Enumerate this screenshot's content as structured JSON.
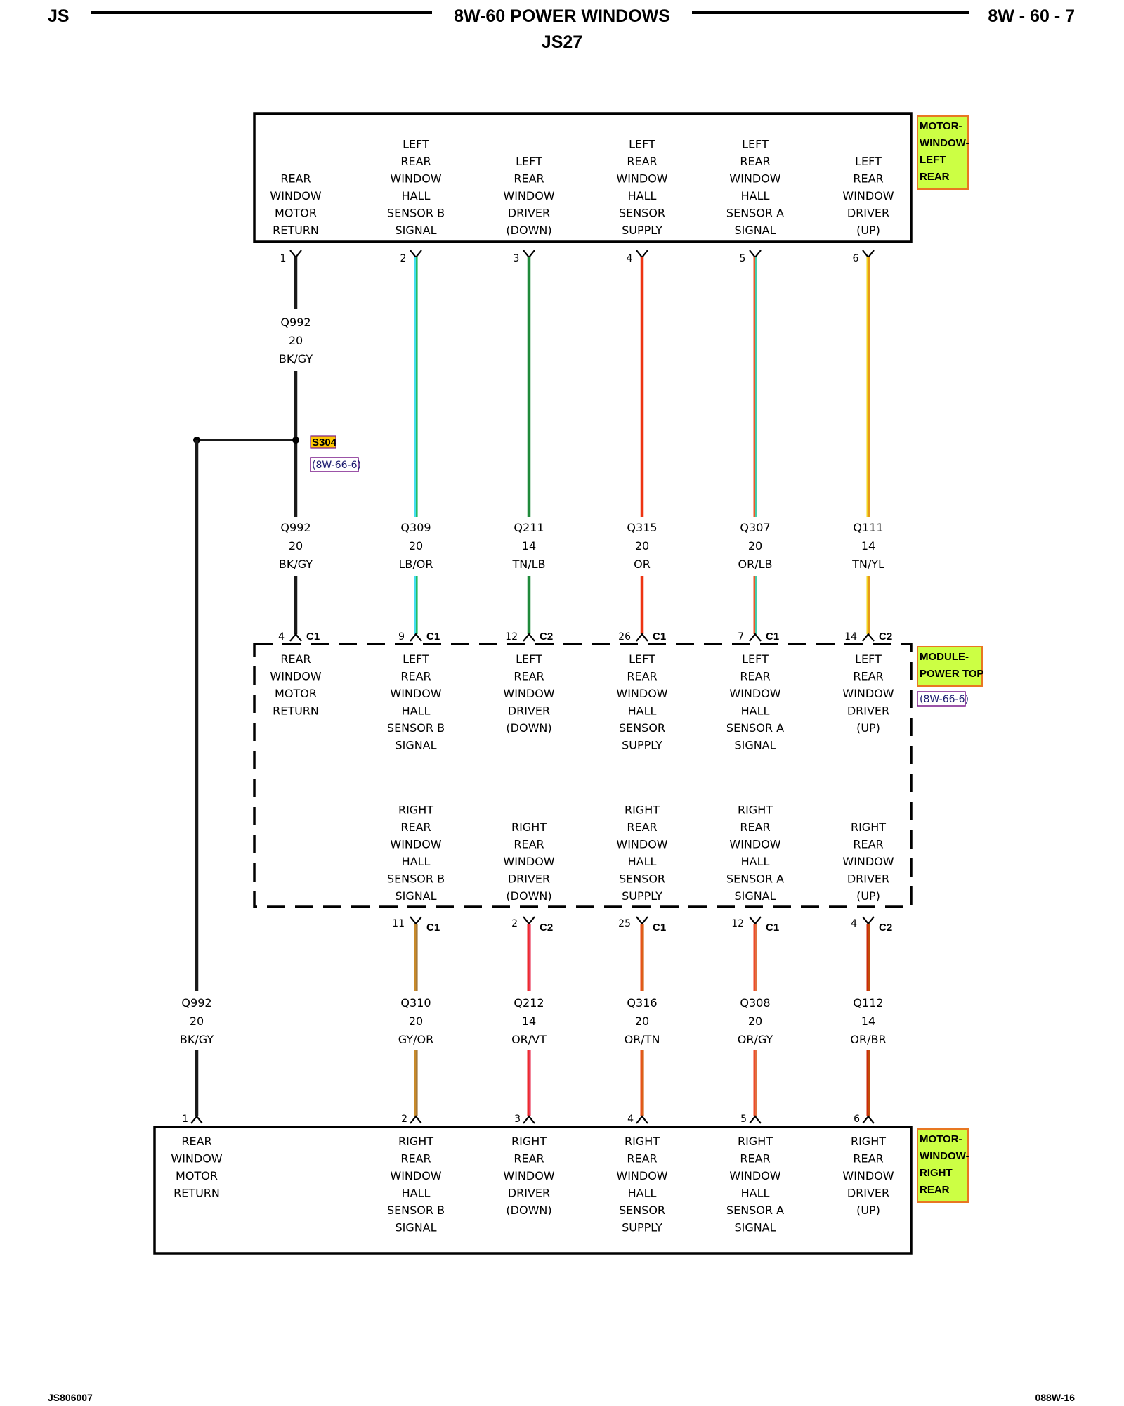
{
  "header": {
    "left": "JS",
    "title": "8W-60 POWER WINDOWS",
    "subtitle": "JS27",
    "right": "8W - 60 - 7"
  },
  "footer": {
    "left": "JS806007",
    "right": "088W-16"
  },
  "components": {
    "top_motor": {
      "lines": [
        "MOTOR-",
        "WINDOW-",
        "LEFT",
        "REAR"
      ],
      "highlight": "#ccff44",
      "border": "#e87722"
    },
    "module": {
      "lines": [
        "MODULE-",
        "POWER TOP"
      ],
      "ref": "(8W-66-6)",
      "highlight": "#ccff44",
      "border": "#e87722"
    },
    "bottom_motor": {
      "lines": [
        "MOTOR-",
        "WINDOW-",
        "RIGHT",
        "REAR"
      ],
      "highlight": "#ccff44",
      "border": "#e87722"
    }
  },
  "splice": {
    "name": "S304",
    "ref": "(8W-66-6)",
    "highlight": "#ffc800",
    "ref_color": "#7a1a8a"
  },
  "top_motor_pins": [
    {
      "pin": "1",
      "label": [
        "REAR",
        "WINDOW",
        "MOTOR",
        "RETURN"
      ]
    },
    {
      "pin": "2",
      "label": [
        "LEFT",
        "REAR",
        "WINDOW",
        "HALL",
        "SENSOR B",
        "SIGNAL"
      ]
    },
    {
      "pin": "3",
      "label": [
        "LEFT",
        "REAR",
        "WINDOW",
        "DRIVER",
        "(DOWN)"
      ]
    },
    {
      "pin": "4",
      "label": [
        "LEFT",
        "REAR",
        "WINDOW",
        "HALL",
        "SENSOR",
        "SUPPLY"
      ]
    },
    {
      "pin": "5",
      "label": [
        "LEFT",
        "REAR",
        "WINDOW",
        "HALL",
        "SENSOR A",
        "SIGNAL"
      ]
    },
    {
      "pin": "6",
      "label": [
        "LEFT",
        "REAR",
        "WINDOW",
        "DRIVER",
        "(UP)"
      ]
    }
  ],
  "upper_wires": [
    {
      "circuit": "Q992",
      "gauge": "20",
      "color_code": "BK/GY",
      "colors": [
        "#1a1a1a",
        "#1a1a1a"
      ]
    },
    {
      "circuit": "Q309",
      "gauge": "20",
      "color_code": "LB/OR",
      "colors": [
        "#44ddee",
        "#22bb66"
      ]
    },
    {
      "circuit": "Q211",
      "gauge": "14",
      "color_code": "TN/LB",
      "colors": [
        "#1f8a3a",
        "#1f8a3a"
      ]
    },
    {
      "circuit": "Q315",
      "gauge": "20",
      "color_code": "OR",
      "colors": [
        "#ee3311",
        "#ee3311"
      ]
    },
    {
      "circuit": "Q307",
      "gauge": "20",
      "color_code": "OR/LB",
      "colors": [
        "#e85a2a",
        "#44ccaa"
      ]
    },
    {
      "circuit": "Q111",
      "gauge": "14",
      "color_code": "TN/YL",
      "colors": [
        "#f2d41e",
        "#e69a1a"
      ]
    }
  ],
  "upper_wire_top_label": {
    "circuit": "Q992",
    "gauge": "20",
    "color_code": "BK/GY"
  },
  "module_top_pins": [
    {
      "pin": "4",
      "conn": "C1"
    },
    {
      "pin": "9",
      "conn": "C1"
    },
    {
      "pin": "12",
      "conn": "C2"
    },
    {
      "pin": "26",
      "conn": "C1"
    },
    {
      "pin": "7",
      "conn": "C1"
    },
    {
      "pin": "14",
      "conn": "C2"
    }
  ],
  "module_top_labels": [
    [
      "REAR",
      "WINDOW",
      "MOTOR",
      "RETURN"
    ],
    [
      "LEFT",
      "REAR",
      "WINDOW",
      "HALL",
      "SENSOR B",
      "SIGNAL"
    ],
    [
      "LEFT",
      "REAR",
      "WINDOW",
      "DRIVER",
      "(DOWN)"
    ],
    [
      "LEFT",
      "REAR",
      "WINDOW",
      "HALL",
      "SENSOR",
      "SUPPLY"
    ],
    [
      "LEFT",
      "REAR",
      "WINDOW",
      "HALL",
      "SENSOR A",
      "SIGNAL"
    ],
    [
      "LEFT",
      "REAR",
      "WINDOW",
      "DRIVER",
      "(UP)"
    ]
  ],
  "module_bottom_labels": [
    [
      "RIGHT",
      "REAR",
      "WINDOW",
      "HALL",
      "SENSOR B",
      "SIGNAL"
    ],
    [
      "RIGHT",
      "REAR",
      "WINDOW",
      "DRIVER",
      "(DOWN)"
    ],
    [
      "RIGHT",
      "REAR",
      "WINDOW",
      "HALL",
      "SENSOR",
      "SUPPLY"
    ],
    [
      "RIGHT",
      "REAR",
      "WINDOW",
      "HALL",
      "SENSOR A",
      "SIGNAL"
    ],
    [
      "RIGHT",
      "REAR",
      "WINDOW",
      "DRIVER",
      "(UP)"
    ]
  ],
  "module_bottom_pins": [
    {
      "pin": "11",
      "conn": "C1"
    },
    {
      "pin": "2",
      "conn": "C2"
    },
    {
      "pin": "25",
      "conn": "C1"
    },
    {
      "pin": "12",
      "conn": "C1"
    },
    {
      "pin": "4",
      "conn": "C2"
    }
  ],
  "lower_wires": [
    {
      "circuit": "Q992",
      "gauge": "20",
      "color_code": "BK/GY",
      "colors": [
        "#1a1a1a",
        "#1a1a1a"
      ]
    },
    {
      "circuit": "Q310",
      "gauge": "20",
      "color_code": "GY/OR",
      "colors": [
        "#c88a2a",
        "#a87a3a"
      ]
    },
    {
      "circuit": "Q212",
      "gauge": "14",
      "color_code": "OR/VT",
      "colors": [
        "#ee2a2a",
        "#e83a5a"
      ]
    },
    {
      "circuit": "Q316",
      "gauge": "20",
      "color_code": "OR/TN",
      "colors": [
        "#e8521a",
        "#d8621a"
      ]
    },
    {
      "circuit": "Q308",
      "gauge": "20",
      "color_code": "OR/GY",
      "colors": [
        "#ee4a2a",
        "#e07040"
      ]
    },
    {
      "circuit": "Q112",
      "gauge": "14",
      "color_code": "OR/BR",
      "colors": [
        "#cc2a0a",
        "#c24a0a"
      ]
    }
  ],
  "bottom_motor_pins": [
    {
      "pin": "1",
      "label": [
        "REAR",
        "WINDOW",
        "MOTOR",
        "RETURN"
      ]
    },
    {
      "pin": "2",
      "label": [
        "RIGHT",
        "REAR",
        "WINDOW",
        "HALL",
        "SENSOR B",
        "SIGNAL"
      ]
    },
    {
      "pin": "3",
      "label": [
        "RIGHT",
        "REAR",
        "WINDOW",
        "DRIVER",
        "(DOWN)"
      ]
    },
    {
      "pin": "4",
      "label": [
        "RIGHT",
        "REAR",
        "WINDOW",
        "HALL",
        "SENSOR",
        "SUPPLY"
      ]
    },
    {
      "pin": "5",
      "label": [
        "RIGHT",
        "REAR",
        "WINDOW",
        "HALL",
        "SENSOR A",
        "SIGNAL"
      ]
    },
    {
      "pin": "6",
      "label": [
        "RIGHT",
        "REAR",
        "WINDOW",
        "DRIVER",
        "(UP)"
      ]
    }
  ]
}
